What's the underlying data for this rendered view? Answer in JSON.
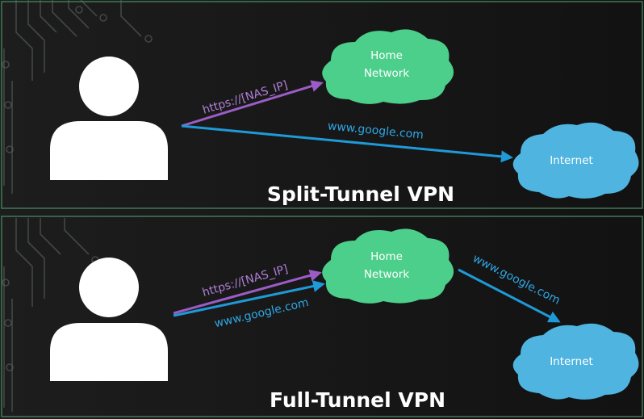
{
  "split_tunnel": {
    "title": "Split-Tunnel VPN",
    "home_cloud": {
      "line1": "Home",
      "line2": "Network"
    },
    "internet_cloud": {
      "label": "Internet"
    },
    "nas_route": "https://[NAS_IP]",
    "google_route": "www.google.com"
  },
  "full_tunnel": {
    "title": "Full-Tunnel VPN",
    "home_cloud": {
      "line1": "Home",
      "line2": "Network"
    },
    "internet_cloud": {
      "label": "Internet"
    },
    "nas_route": "https://[NAS_IP]",
    "google_route_to_home": "www.google.com",
    "google_route_to_internet": "www.google.com"
  },
  "colors": {
    "background": "#161616",
    "panel_border": "#3f7a5a",
    "home_cloud": "#4ccf8b",
    "internet_cloud": "#4fb4e0",
    "nas_arrow": "#9b5cc6",
    "google_arrow": "#1f9ad8",
    "user_icon": "#ffffff"
  }
}
